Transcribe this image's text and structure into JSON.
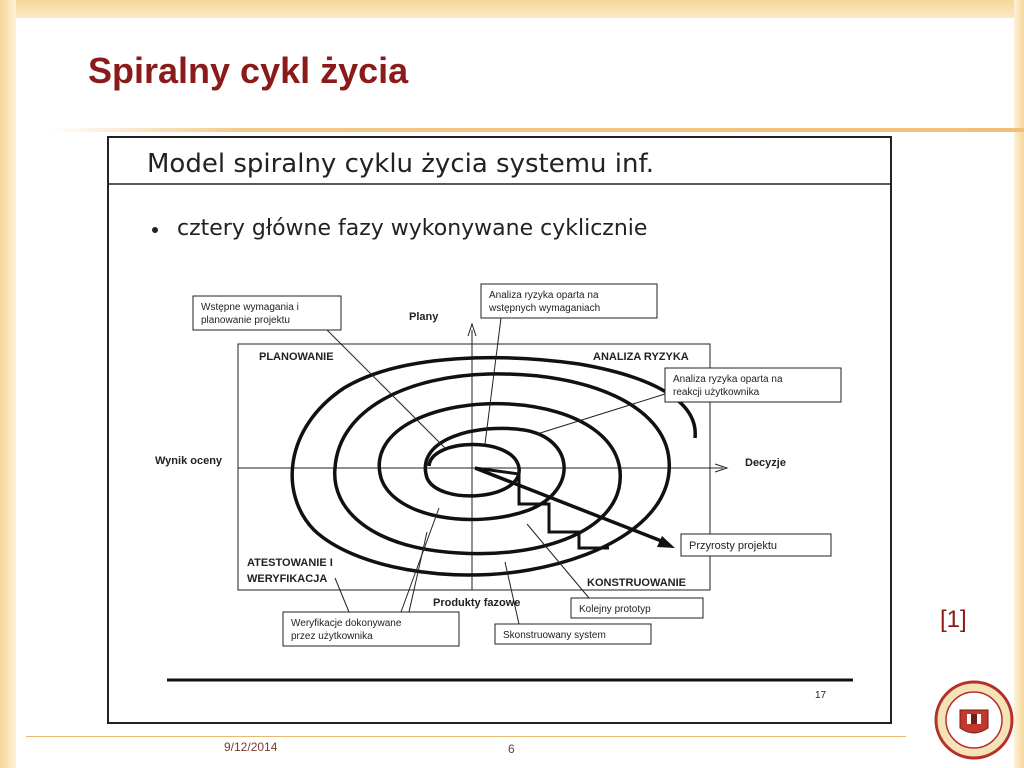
{
  "slide": {
    "title": "Spiralny cykl życia",
    "reference": "[1]",
    "date": "9/12/2014",
    "page_number": "6"
  },
  "inner_slide": {
    "heading": "Model spiralny cyklu życia systemu inf.",
    "bullet": "cztery główne fazy wykonywane cyklicznie",
    "page_number": "17"
  },
  "diagram": {
    "quadrants": {
      "top_left": "PLANOWANIE",
      "top_right": "ANALIZA RYZYKA",
      "bottom_left_line1": "ATESTOWANIE I",
      "bottom_left_line2": "WERYFIKACJA",
      "bottom_right": "KONSTRUOWANIE"
    },
    "axes": {
      "top": "Plany",
      "left": "Wynik oceny",
      "right": "Decyzje",
      "bottom": "Produkty fazowe"
    },
    "callouts": {
      "req_line1": "Wstępne wymagania i",
      "req_line2": "planowanie projektu",
      "risk1_line1": "Analiza ryzyka oparta na",
      "risk1_line2": "wstępnych wymaganiach",
      "risk2_line1": "Analiza ryzyka oparta na",
      "risk2_line2": "reakcji użytkownika",
      "increments": "Przyrosty projektu",
      "verification_line1": "Weryfikacje dokonywane",
      "verification_line2": "przez użytkownika",
      "prototype": "Kolejny prototyp",
      "built_system": "Skonstruowany system"
    }
  },
  "colors": {
    "title": "#8b1a1a",
    "accent": "#f0c07a"
  }
}
